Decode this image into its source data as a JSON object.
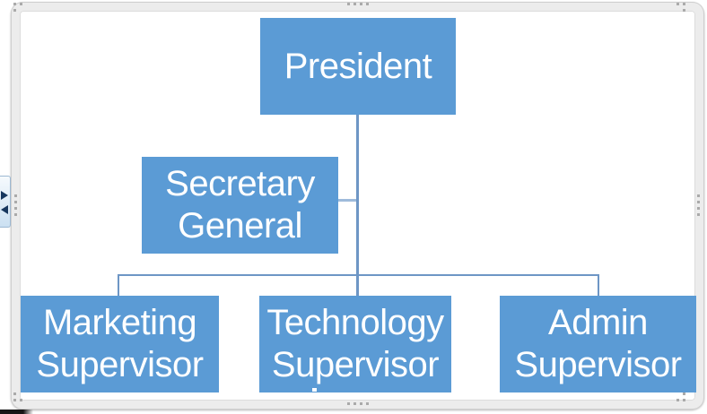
{
  "org_chart": {
    "type": "hierarchy",
    "nodes": {
      "president": {
        "label": "President",
        "level": 1
      },
      "secretary_general": {
        "label": "Secretary General",
        "level": 2,
        "role": "assistant"
      },
      "marketing_supervisor": {
        "label": "Marketing Supervisor",
        "level": 3
      },
      "technology_supervisor": {
        "label": "Technology Supervisor",
        "level": 3
      },
      "admin_supervisor": {
        "label": "Admin Supervisor",
        "level": 3
      }
    },
    "edges": [
      {
        "from": "president",
        "to": "secretary_general",
        "type": "assistant"
      },
      {
        "from": "president",
        "to": "marketing_supervisor",
        "type": "report"
      },
      {
        "from": "president",
        "to": "technology_supervisor",
        "type": "report"
      },
      {
        "from": "president",
        "to": "admin_supervisor",
        "type": "report"
      }
    ]
  },
  "canvas": {
    "frame": "smartart-drawing-canvas",
    "handles": [
      "top-center",
      "bottom-center",
      "left-center",
      "right-center",
      "top-left",
      "top-right",
      "bottom-left",
      "bottom-right"
    ],
    "text_pane_toggle_icons": [
      "triangle-right-icon",
      "triangle-left-icon"
    ]
  },
  "colors": {
    "node_fill": "#5b9bd5",
    "node_text": "#ffffff",
    "connector": "#6e96c5",
    "connector_light": "#9fbbdb",
    "frame_border": "#ececec",
    "toggle_arrow": "#17375e"
  }
}
